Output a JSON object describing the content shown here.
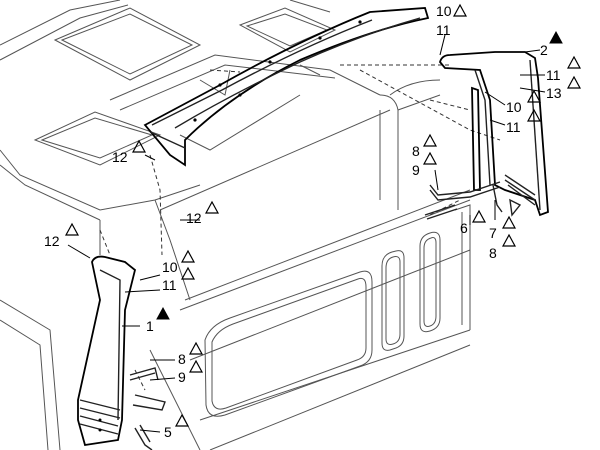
{
  "callouts": [
    {
      "id": "c-10-top",
      "number": "10",
      "symbol": "open-triangle"
    },
    {
      "id": "c-11-top",
      "number": "11",
      "symbol": "none"
    },
    {
      "id": "c-2",
      "number": "2",
      "symbol": "filled-triangle"
    },
    {
      "id": "c-11-right",
      "number": "11",
      "symbol": "open-triangle"
    },
    {
      "id": "c-13",
      "number": "13",
      "symbol": "open-triangle"
    },
    {
      "id": "c-10-right",
      "number": "10",
      "symbol": "open-triangle"
    },
    {
      "id": "c-11-right2",
      "number": "11",
      "symbol": "open-triangle"
    },
    {
      "id": "c-12-a",
      "number": "12",
      "symbol": "open-triangle"
    },
    {
      "id": "c-8-mid",
      "number": "8",
      "symbol": "open-triangle"
    },
    {
      "id": "c-9-mid",
      "number": "9",
      "symbol": "open-triangle"
    },
    {
      "id": "c-12-b",
      "number": "12",
      "symbol": "open-triangle"
    },
    {
      "id": "c-6",
      "number": "6",
      "symbol": "open-triangle"
    },
    {
      "id": "c-7",
      "number": "7",
      "symbol": "open-triangle"
    },
    {
      "id": "c-8-right",
      "number": "8",
      "symbol": "open-triangle"
    },
    {
      "id": "c-12-c",
      "number": "12",
      "symbol": "open-triangle"
    },
    {
      "id": "c-10-left",
      "number": "10",
      "symbol": "open-triangle"
    },
    {
      "id": "c-11-left",
      "number": "11",
      "symbol": "open-triangle"
    },
    {
      "id": "c-1",
      "number": "1",
      "symbol": "filled-triangle"
    },
    {
      "id": "c-8-low",
      "number": "8",
      "symbol": "open-triangle"
    },
    {
      "id": "c-9-low",
      "number": "9",
      "symbol": "open-triangle"
    },
    {
      "id": "c-5",
      "number": "5",
      "symbol": "open-triangle"
    }
  ]
}
